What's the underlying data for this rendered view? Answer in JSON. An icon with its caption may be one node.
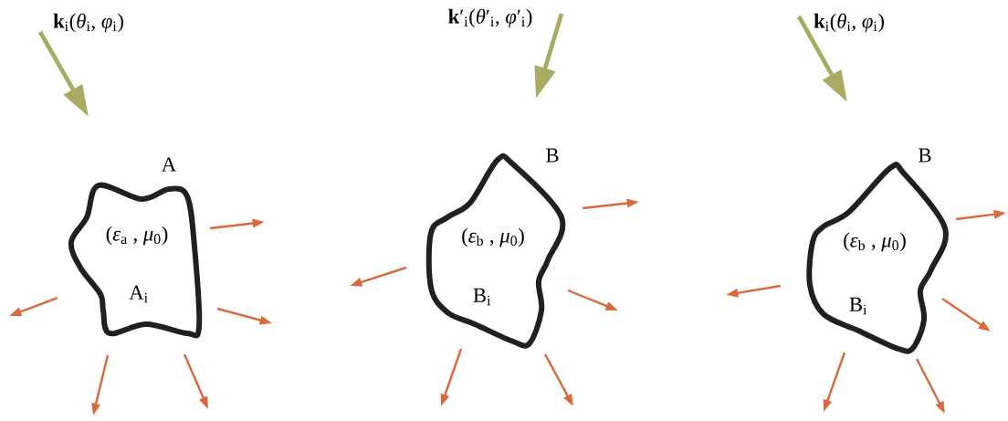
{
  "diagram": {
    "nodes": [
      {
        "text": [
          "(*ε*$_{a}$ , *μ*$_{0}$)",
          "A$_{i}$"
        ],
        "beside": [
          "A"
        ]
      },
      {
        "text": [
          "(*ε*$_{b}$ , *μ*$_{0}$)",
          "B$_{i}$"
        ],
        "beside": [
          "B"
        ]
      },
      {
        "text": [
          "(*ε*$_{b}$ , *μ*$_{0}$)",
          "B$_{i}$"
        ],
        "beside": [
          "B"
        ]
      }
    ],
    "labels": [
      "**k**$_{i}$(*θ*$_{i}$, *φ*$_{i}$)",
      "**k**′$_{i}$(*θ*′$_{i}$, *φ*′$_{i}$)",
      "**k**$_{i}$(*θ*$_{i}$, *φ*$_{i}$)"
    ]
  }
}
